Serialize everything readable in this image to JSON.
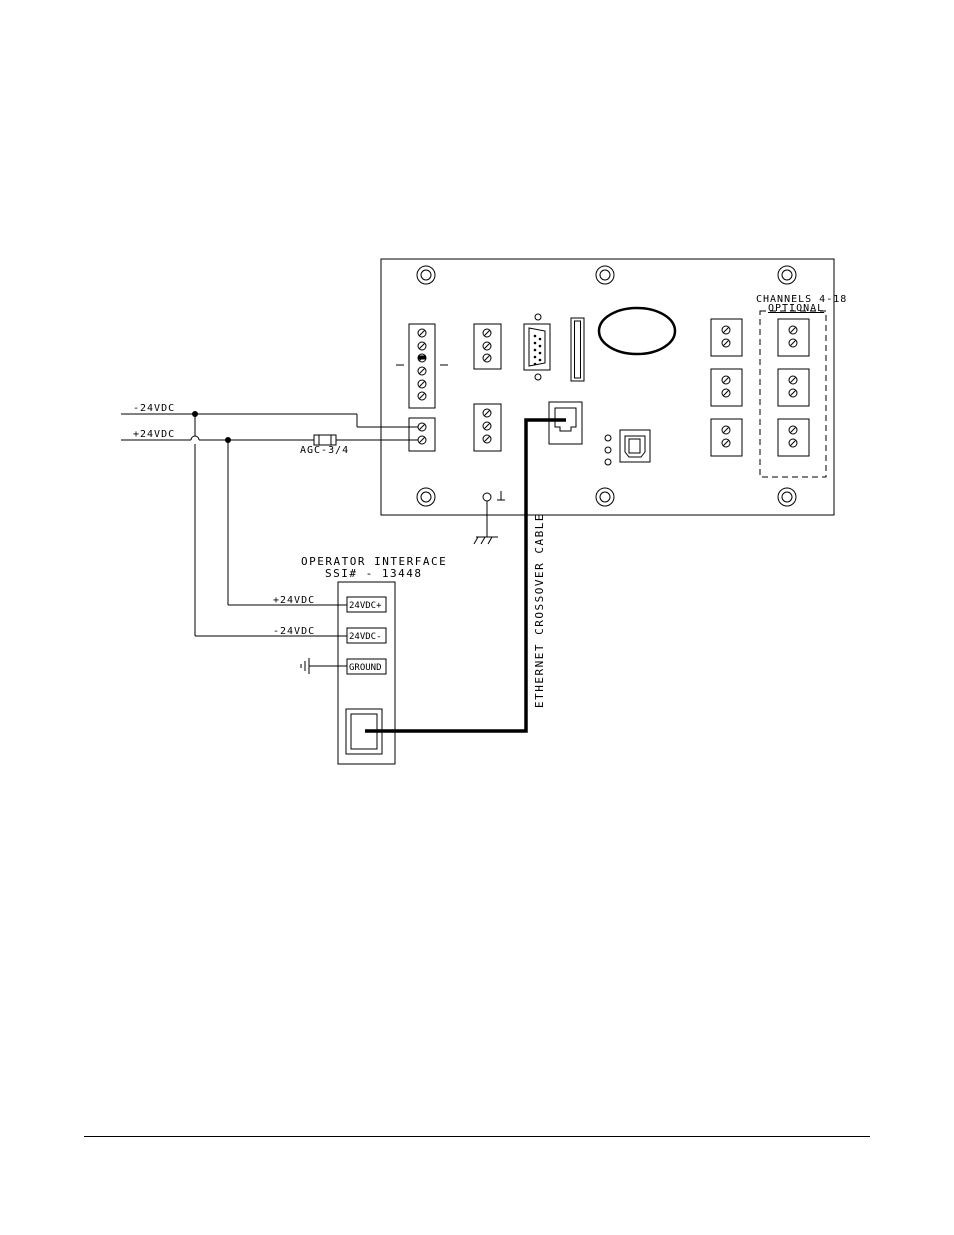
{
  "labels": {
    "neg_24vdc": "-24VDC",
    "pos_24vdc": "+24VDC",
    "fuse": "AGC-3/4",
    "channels": "CHANNELS 4-18",
    "optional": "OPTIONAL",
    "operator_interface": "OPERATOR INTERFACE",
    "ssi_number": "SSI# - 13448",
    "oi_pos_24vdc": "+24VDC",
    "oi_neg_24vdc": "-24VDC",
    "term_24vdc_pos": "24VDC+",
    "term_24vdc_neg": "24VDC-",
    "term_ground": "GROUND",
    "cable": "ETHERNET CROSSOVER CABLE"
  }
}
